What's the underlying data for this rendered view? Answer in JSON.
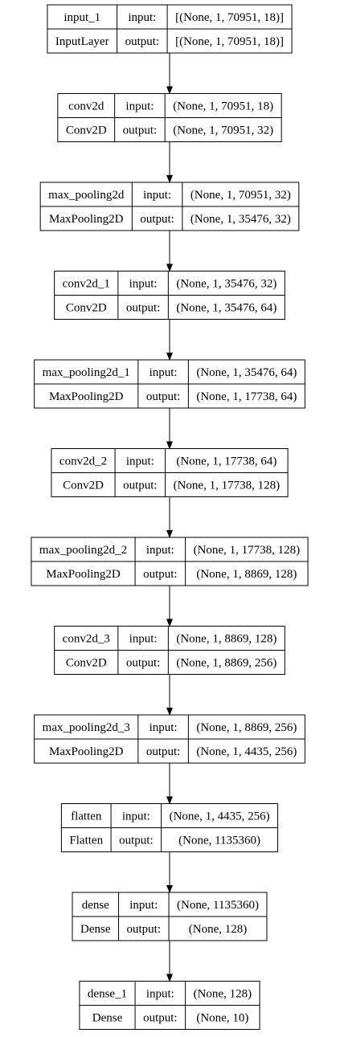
{
  "diagram": {
    "port_labels": {
      "input": "input:",
      "output": "output:"
    },
    "layers": [
      {
        "name": "input_1",
        "type": "InputLayer",
        "input_shape": "[(None, 1, 70951, 18)]",
        "output_shape": "[(None, 1, 70951, 18)]"
      },
      {
        "name": "conv2d",
        "type": "Conv2D",
        "input_shape": "(None, 1, 70951, 18)",
        "output_shape": "(None, 1, 70951, 32)"
      },
      {
        "name": "max_pooling2d",
        "type": "MaxPooling2D",
        "input_shape": "(None, 1, 70951, 32)",
        "output_shape": "(None, 1, 35476, 32)"
      },
      {
        "name": "conv2d_1",
        "type": "Conv2D",
        "input_shape": "(None, 1, 35476, 32)",
        "output_shape": "(None, 1, 35476, 64)"
      },
      {
        "name": "max_pooling2d_1",
        "type": "MaxPooling2D",
        "input_shape": "(None, 1, 35476, 64)",
        "output_shape": "(None, 1, 17738, 64)"
      },
      {
        "name": "conv2d_2",
        "type": "Conv2D",
        "input_shape": "(None, 1, 17738, 64)",
        "output_shape": "(None, 1, 17738, 128)"
      },
      {
        "name": "max_pooling2d_2",
        "type": "MaxPooling2D",
        "input_shape": "(None, 1, 17738, 128)",
        "output_shape": "(None, 1, 8869, 128)"
      },
      {
        "name": "conv2d_3",
        "type": "Conv2D",
        "input_shape": "(None, 1, 8869, 128)",
        "output_shape": "(None, 1, 8869, 256)"
      },
      {
        "name": "max_pooling2d_3",
        "type": "MaxPooling2D",
        "input_shape": "(None, 1, 8869, 256)",
        "output_shape": "(None, 1, 4435, 256)"
      },
      {
        "name": "flatten",
        "type": "Flatten",
        "input_shape": "(None, 1, 4435, 256)",
        "output_shape": "(None, 1135360)"
      },
      {
        "name": "dense",
        "type": "Dense",
        "input_shape": "(None, 1135360)",
        "output_shape": "(None, 128)"
      },
      {
        "name": "dense_1",
        "type": "Dense",
        "input_shape": "(None, 128)",
        "output_shape": "(None, 10)"
      }
    ]
  }
}
